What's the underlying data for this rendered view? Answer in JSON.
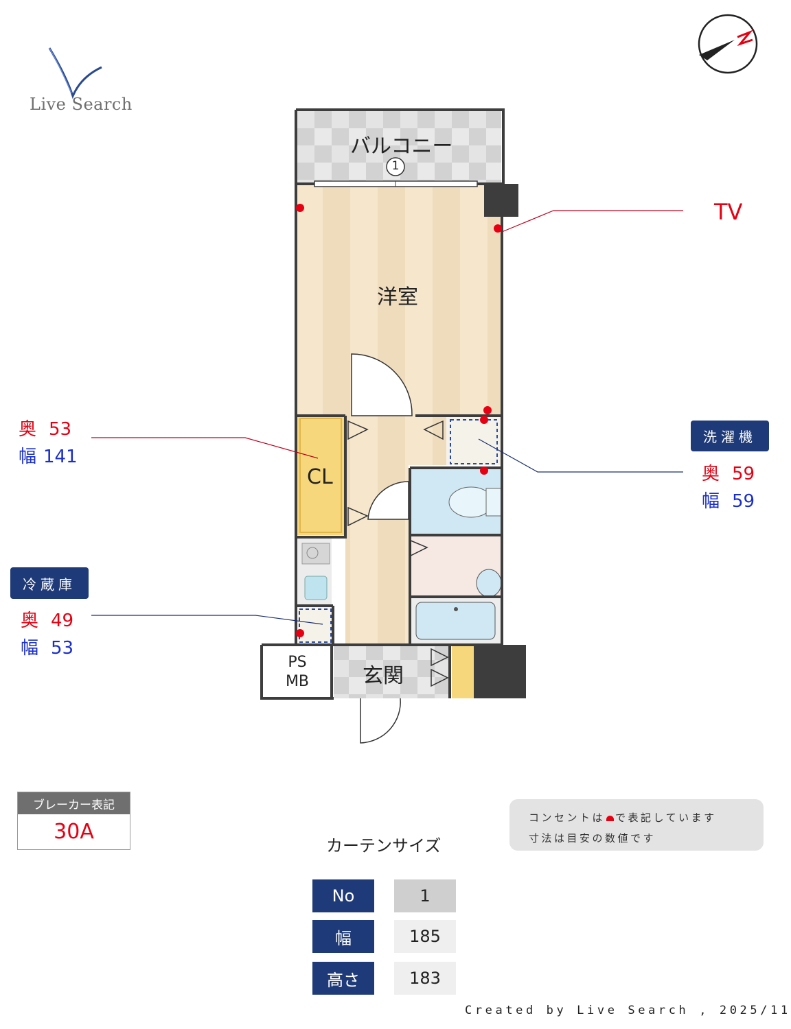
{
  "brand": {
    "logo_text": "Live Search"
  },
  "rooms": {
    "balcony": "バルコニー",
    "balcony_marker": "1",
    "western_room": "洋室",
    "closet": "CL",
    "ps_mb": [
      "PS",
      "MB"
    ],
    "entrance": "玄関"
  },
  "tv_label": "TV",
  "closet_dims": {
    "depth_label": "奥",
    "depth": "53",
    "width_label": "幅",
    "width": "141"
  },
  "washer": {
    "title": "洗濯機",
    "depth_label": "奥",
    "depth": "59",
    "width_label": "幅",
    "width": "59"
  },
  "fridge": {
    "title": "冷蔵庫",
    "depth_label": "奥",
    "depth": "49",
    "width_label": "幅",
    "width": "53"
  },
  "breaker": {
    "title": "ブレーカー表記",
    "value": "30A"
  },
  "note": {
    "line1_before": "コンセントは",
    "line1_after": "で表記しています",
    "line2": "寸法は目安の数値です"
  },
  "curtain": {
    "title": "カーテンサイズ",
    "rows": [
      {
        "label": "No",
        "value": "1"
      },
      {
        "label": "幅",
        "value": "185"
      },
      {
        "label": "高さ",
        "value": "183"
      }
    ]
  },
  "credit": "Created by Live Search , 2025/11",
  "colors": {
    "accent_red": "#e60012",
    "accent_blue": "#1a2fc9",
    "navy": "#1e3a78",
    "wall": "#3d3d3d"
  }
}
